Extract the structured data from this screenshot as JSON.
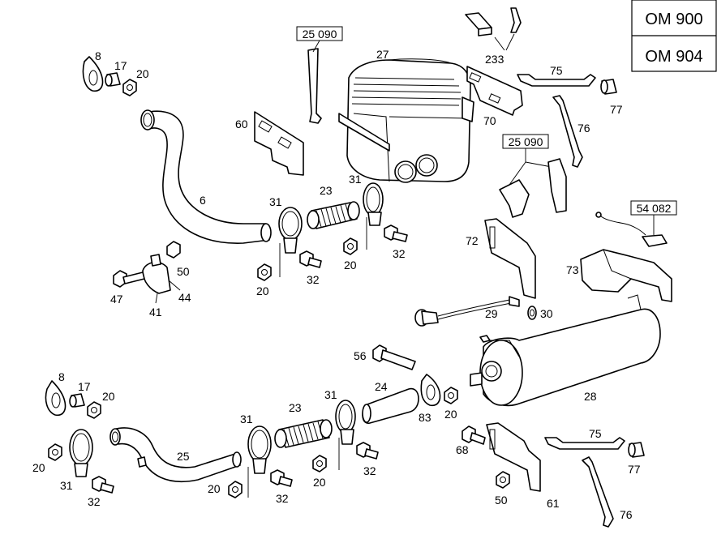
{
  "header": {
    "model_a": "OM 900",
    "model_b": "OM 904"
  },
  "references": {
    "r1": "25 090",
    "r2": "25 090",
    "r3": "54 082"
  },
  "labels": {
    "l8a": "8",
    "l17a": "17",
    "l20a": "20",
    "l6": "6",
    "l60": "60",
    "l27": "27",
    "l233": "233",
    "l75a": "75",
    "l77a": "77",
    "l70": "70",
    "l76a": "76",
    "l31a": "31",
    "l23a": "23",
    "l31b": "31",
    "l32a": "32",
    "l20b": "20",
    "l32b": "32",
    "l20c": "20",
    "l50a": "50",
    "l47": "47",
    "l41": "41",
    "l44": "44",
    "l72": "72",
    "l73": "73",
    "l29": "29",
    "l30": "30",
    "l56": "56",
    "l24": "24",
    "l28": "28",
    "l83": "83",
    "l20d": "20",
    "l8b": "8",
    "l17b": "17",
    "l20e": "20",
    "l31c": "31",
    "l23b": "23",
    "l31d": "31",
    "l25": "25",
    "l20f": "20",
    "l31e": "31",
    "l32c": "32",
    "l20g": "20",
    "l32d": "32",
    "l20h": "20",
    "l32e": "32",
    "l68": "68",
    "l75b": "75",
    "l77b": "77",
    "l50b": "50",
    "l61": "61",
    "l76b": "76"
  }
}
